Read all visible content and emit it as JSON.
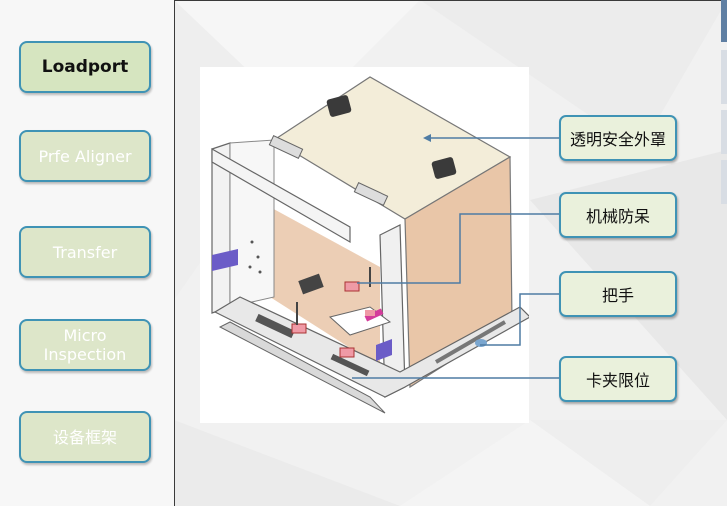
{
  "sidebar": {
    "items": [
      {
        "label": "Loadport",
        "active": true
      },
      {
        "label": "Prfe Aligner",
        "active": false
      },
      {
        "label": "Transfer",
        "active": false
      },
      {
        "label": "Micro",
        "label2": "Inspection",
        "active": false
      },
      {
        "label": "设备框架",
        "active": false
      }
    ]
  },
  "callouts": {
    "cover": "透明安全外罩",
    "anti_misplace": "机械防呆",
    "handle": "把手",
    "clamp_limit": "卡夹限位"
  },
  "colors": {
    "accent_border": "#3f93b5",
    "button_fill": "#dde6c9",
    "callout_fill": "#eaf1dc",
    "leader_line": "#4f7ca4",
    "panel_tan": "#e9c6a8",
    "marker_purple": "#6b5cc7",
    "marker_pink": "#ef9aa6"
  }
}
